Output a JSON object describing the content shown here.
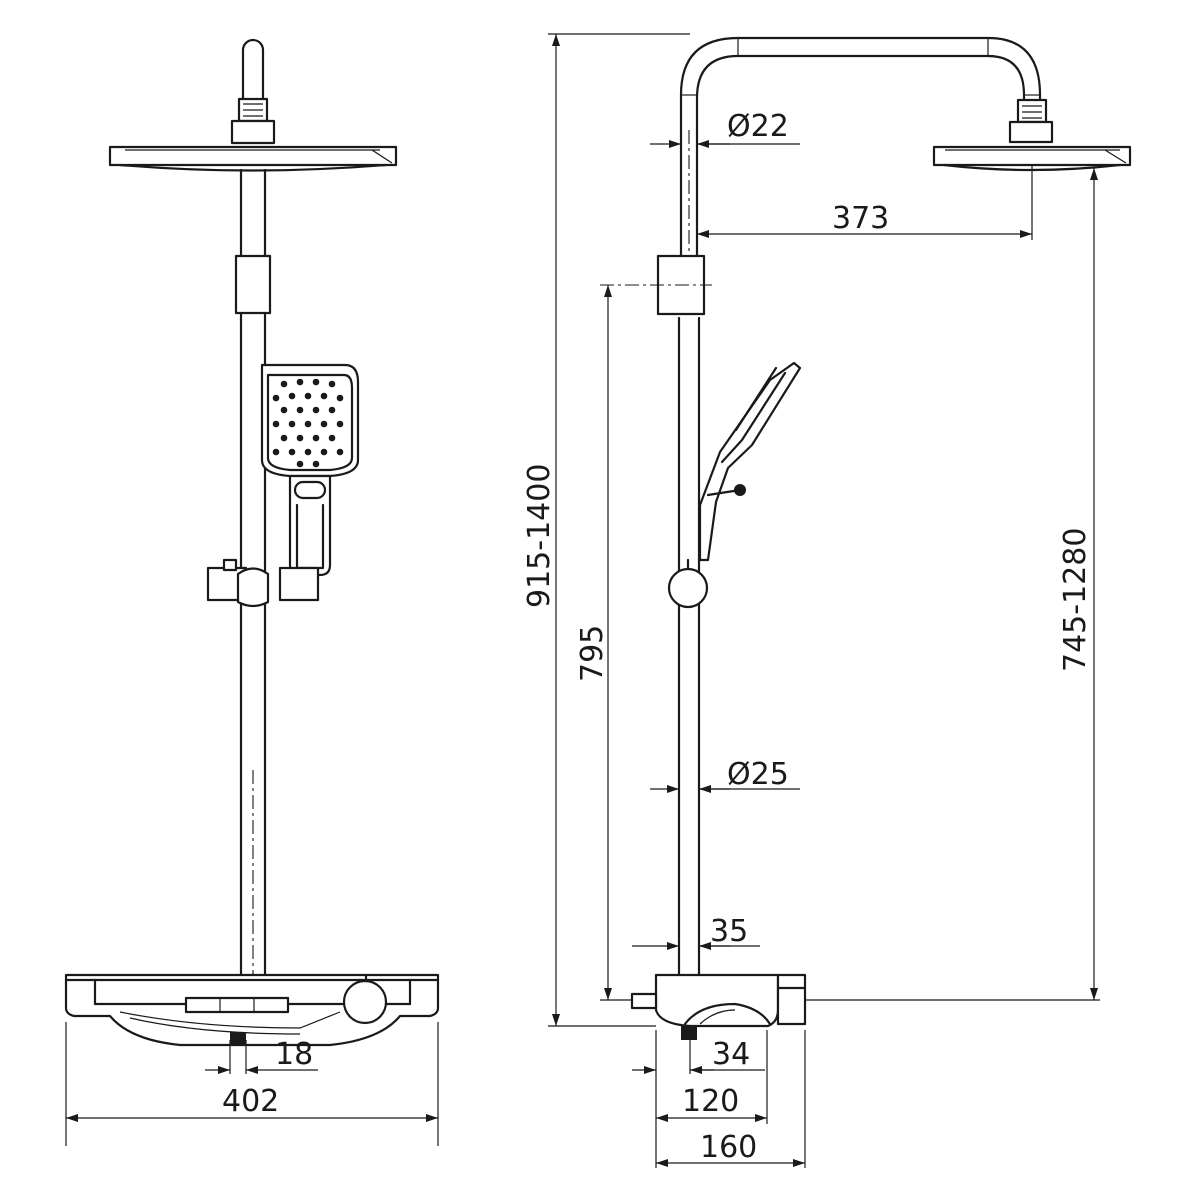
{
  "dimensions": {
    "diameter_top": "Ø22",
    "arm_reach": "373",
    "total_height": "915-1400",
    "slider_height": "795",
    "head_height": "745-1280",
    "diameter_bottom": "Ø25",
    "width_35": "35",
    "inlet_18": "18",
    "total_width": "402",
    "inlet_34": "34",
    "depth_120": "120",
    "depth_160": "160"
  },
  "colors": {
    "line": "#1a1a1a",
    "background": "#ffffff"
  }
}
